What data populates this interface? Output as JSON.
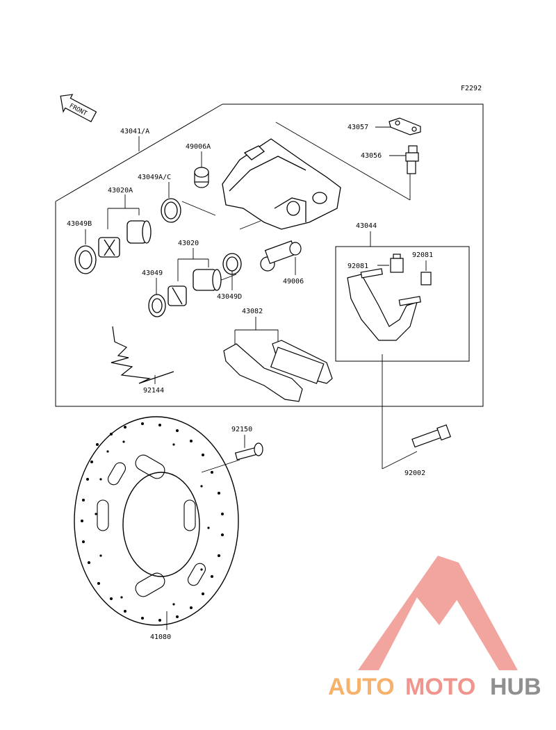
{
  "diagram": {
    "code": "F2292",
    "front_marker": "FRONT",
    "parts": {
      "p43041": "43041/A",
      "p49006A": "49006A",
      "p43049AC": "43049A/C",
      "p43020A": "43020A",
      "p43049B": "43049B",
      "p43020": "43020",
      "p43049": "43049",
      "p43049D": "43049D",
      "p49006": "49006",
      "p43057": "43057",
      "p43056": "43056",
      "p43044": "43044",
      "p92081a": "92081",
      "p92081b": "92081",
      "p43082": "43082",
      "p92144": "92144",
      "p92150": "92150",
      "p92002": "92002",
      "p41080": "41080"
    }
  },
  "watermark": {
    "text_a": "AUTO",
    "text_b": "MOTO",
    "text_c": "HUB",
    "colors": {
      "orange": "#f6b16a",
      "red": "#f0958e",
      "gray": "#8f8f8f"
    }
  }
}
